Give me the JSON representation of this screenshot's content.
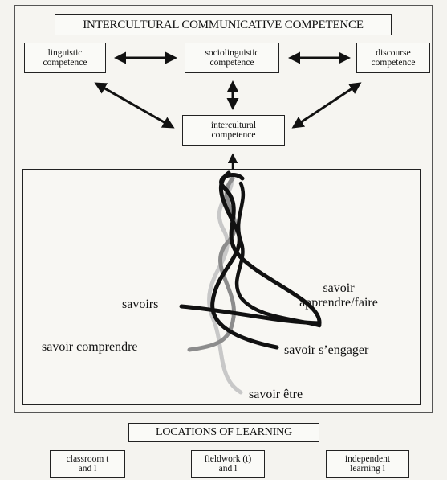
{
  "top_title": "INTERCULTURAL COMMUNICATIVE COMPETENCE",
  "competences": {
    "linguistic": "linguistic competence",
    "sociolinguistic": "sociolinguistic competence",
    "discourse": "discourse competence",
    "intercultural": "intercultural competence"
  },
  "strands": {
    "savoirs": "savoirs",
    "savoir_apprendre_faire": "savoir apprendre/faire",
    "savoir_comprendre": "savoir comprendre",
    "savoir_sengager": "savoir s’engager",
    "savoir_etre": "savoir être"
  },
  "locations_title": "LOCATIONS OF LEARNING",
  "locations": {
    "classroom": "classroom t and l",
    "fieldwork": "fieldwork (t) and l",
    "independent": "independent learning l"
  },
  "colors": {
    "strand_black": "#111111",
    "strand_grey": "#8c8c8c",
    "strand_light": "#c8c8c8"
  }
}
